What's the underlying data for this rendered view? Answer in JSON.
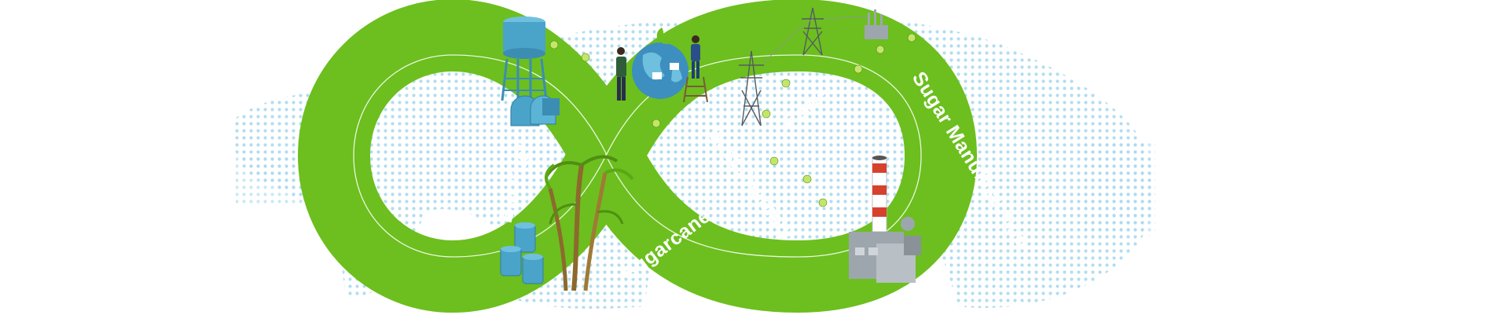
{
  "labels": {
    "bio_fuel": "Bio Fuel",
    "sugarcane": "Sugarcane",
    "sustainability": "Sustainability",
    "power": "Power",
    "sugar_manufacturing": "Sugar Manufacturing"
  },
  "colors": {
    "band": "#6cbf1e",
    "band_dark": "#5aa814",
    "path_line": "#ffffff",
    "map_dots": "#a9d9ee",
    "tank_blue": "#4aa3c8",
    "globe_blue": "#3d8fc0",
    "chimney_red": "#d6412d",
    "factory_gray": "#9ea6ad"
  },
  "icons": [
    "world-map-dots",
    "water-tower-icon",
    "globe-people-icon",
    "power-tower-icon",
    "substation-icon",
    "sugarcane-plant-icon",
    "fuel-barrels-icon",
    "factory-chimney-icon"
  ]
}
